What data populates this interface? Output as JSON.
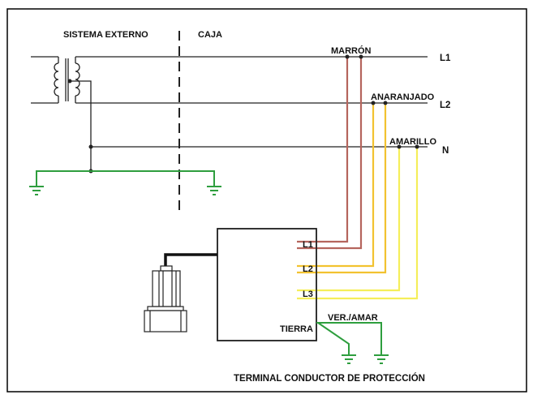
{
  "labels": {
    "external_system": "SISTEMA EXTERNO",
    "box": "CAJA",
    "line_l1": "L1",
    "line_l2": "L2",
    "line_n": "N",
    "wire_brown": "MARRÓN",
    "wire_orange": "ANARANJADO",
    "wire_yellow": "AMARILLO",
    "terminal_l1": "L1",
    "terminal_l2": "L2",
    "terminal_l3": "L3",
    "terminal_ground": "TIERRA",
    "ground_wire": "VER./AMAR",
    "caption": "TERMINAL CONDUCTOR DE PROTECCIÓN"
  },
  "colors": {
    "brown": "#b5655d",
    "orange": "#f2c230",
    "yellow": "#f5ee5a",
    "green": "#2e9e3e",
    "line": "#222222"
  }
}
